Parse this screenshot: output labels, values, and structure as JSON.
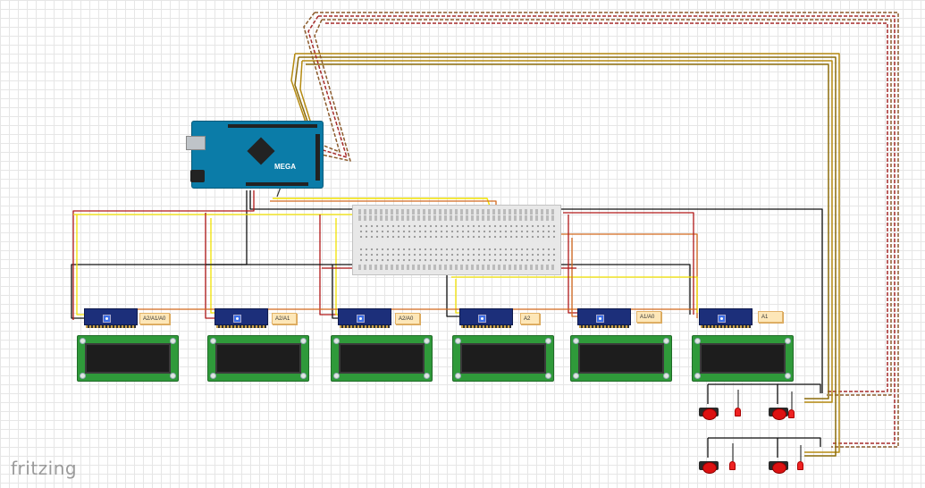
{
  "app": {
    "watermark": "fritzing"
  },
  "arduino": {
    "label": "MEGA"
  },
  "modules": [
    {
      "address": "A2/A1/A0"
    },
    {
      "address": "A2/A1"
    },
    {
      "address": "A2/A0"
    },
    {
      "address": "A2"
    },
    {
      "address": "A1/A0"
    },
    {
      "address": "A1"
    }
  ],
  "colors": {
    "wire_red": "#b01818",
    "wire_black": "#111111",
    "wire_yellow": "#f2e200",
    "wire_orange": "#d2691e",
    "wire_brown": "#8b5a2b",
    "wire_olive": "#b58a10",
    "lcd_green": "#2f9a3a",
    "i2c_blue": "#1c2f7a"
  },
  "icons": {
    "pushbutton": "pushbutton-icon",
    "led": "led-icon"
  }
}
